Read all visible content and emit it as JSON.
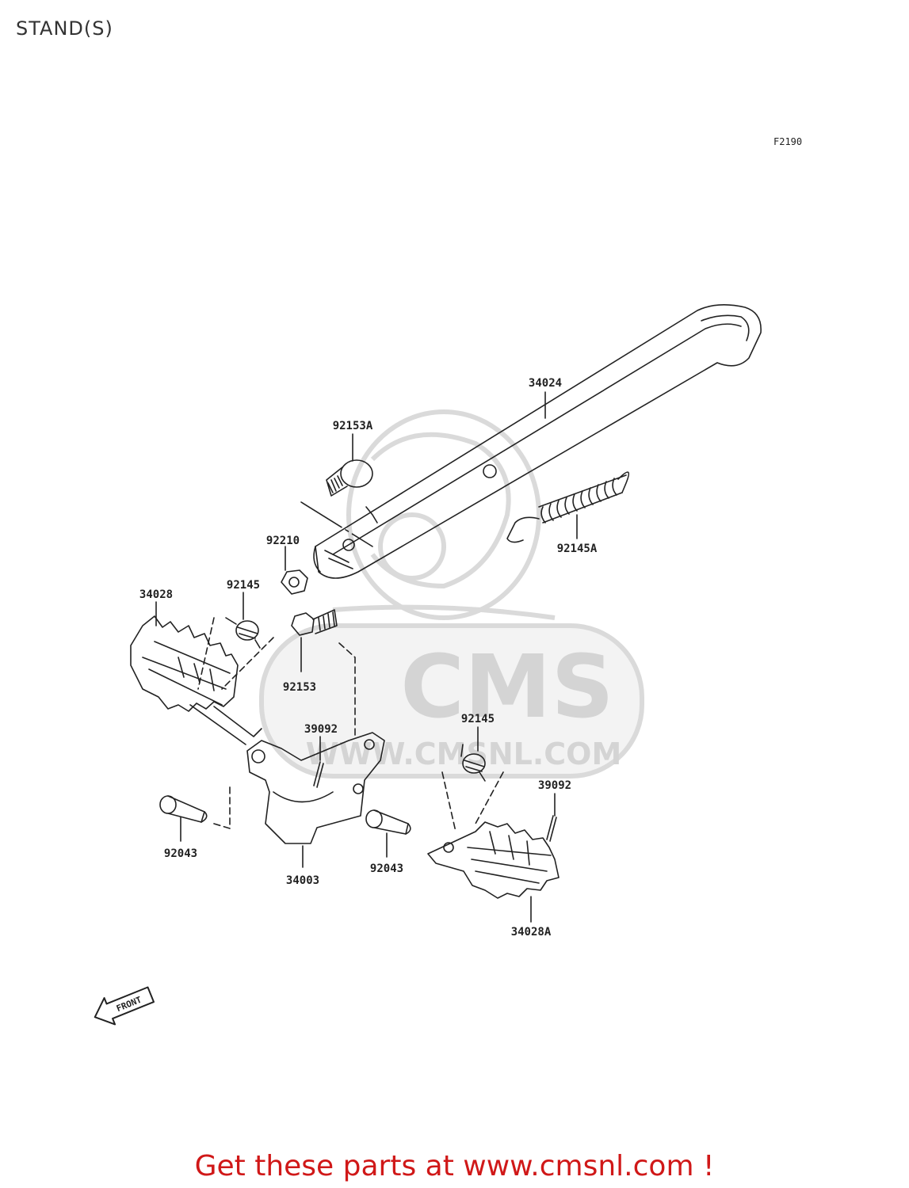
{
  "page": {
    "title": "STAND(S)",
    "diagram_code": "F2190",
    "watermark_brand": "CMS",
    "watermark_url": "WWW.CMSNL.COM",
    "front_arrow_label": "FRONT",
    "footer_link": "Get these parts at www.cmsnl.com !"
  },
  "parts": {
    "p34024": "34024",
    "p92153A": "92153A",
    "p92210": "92210",
    "p92145A": "92145A",
    "p34028": "34028",
    "p92145_left": "92145",
    "p92153": "92153",
    "p39092_left": "39092",
    "p92145_right": "92145",
    "p39092_right": "39092",
    "p92043_left": "92043",
    "p34003": "34003",
    "p92043_right": "92043",
    "p34028A": "34028A"
  },
  "colors": {
    "line": "#222222",
    "watermark": "#d8d8d8",
    "footer": "#d01818"
  }
}
